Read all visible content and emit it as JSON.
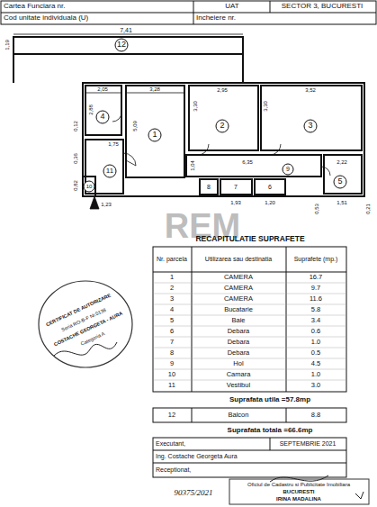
{
  "diagram": {
    "title": "RECAPITULATIE SUPRAFETE",
    "labels": [
      "Cartea Funciara nr.",
      "UAT",
      "SECTOR 3, BUCURESTI",
      "Cod unitate individuala (U)",
      "Incheiere nr.",
      "7,41",
      "1,19",
      "12",
      "2,05",
      "3,28",
      "2,95",
      "3,52",
      "2,88",
      "5,09",
      "3,30",
      "3,30",
      "0,12",
      "1,75",
      "0,36",
      "0,82",
      "1,23",
      "1,04",
      "6,35",
      "1,93",
      "1,20",
      "2,22",
      "1,51",
      "0,53",
      "0,21",
      "1",
      "2",
      "3",
      "4",
      "5",
      "6",
      "7",
      "8",
      "9",
      "10",
      "11",
      "Nr. parcela",
      "Utilizarea sau destinatia",
      "Suprafete (mp.)",
      "1",
      "CAMERA",
      "16.7",
      "2",
      "CAMERA",
      "9.7",
      "3",
      "CAMERA",
      "11.6",
      "4",
      "Bucatarie",
      "5.8",
      "5",
      "Baie",
      "3.4",
      "6",
      "Debara",
      "0.6",
      "7",
      "Debara",
      "1.0",
      "8",
      "Debara",
      "0.5",
      "9",
      "Hol",
      "4.5",
      "10",
      "Camara",
      "1.0",
      "11",
      "Vestibul",
      "3.0",
      "Suprafata utila =57.8mp",
      "12",
      "Balcon",
      "8.8",
      "Suprafata totala =66.6mp",
      "Executant,",
      "SEPTEMBRIE 2021",
      "Ing. Costache Georgeta Aura",
      "Receptionat,",
      "CERTIFICAT DE AUTORIZARE",
      "Seria RO-B-F Nr.0138",
      "COSTACHE GEORGETA - AURA",
      "Categoria A",
      "Oficiul de Cadastru si Publicitate Imobiliara",
      "BUCURESTI",
      "IRINA MADALINA",
      "90375/2021",
      "REM"
    ]
  }
}
